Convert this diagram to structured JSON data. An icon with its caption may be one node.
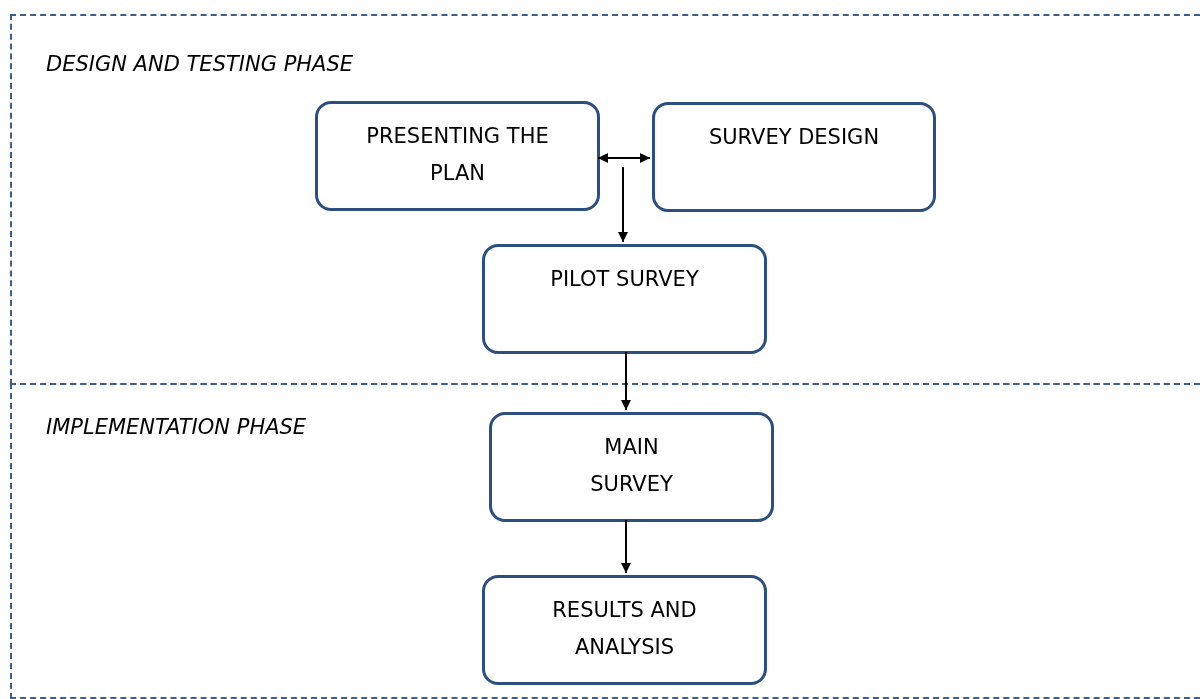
{
  "diagram": {
    "nodes": [
      {
        "text": [
          "DESIGN AND TESTING PHASE"
        ]
      },
      {
        "text": [
          "PRESENTING THE PLAN"
        ],
        "in": 0
      },
      {
        "text": [
          "SURVEY DESIGN"
        ],
        "in": 0
      },
      {
        "text": [
          "PILOT SURVEY"
        ],
        "in": 0
      },
      {
        "text": [
          "IMPLEMENTATION PHASE"
        ]
      },
      {
        "text": [
          "MAIN SURVEY"
        ],
        "in": 4
      },
      {
        "text": [
          "RESULTS AND ANALYSIS"
        ],
        "in": 4
      }
    ],
    "edges": [
      {
        "from": 1,
        "to": 2,
        "arrow": "both"
      },
      {
        "from": null,
        "to": 3,
        "arrow": "to"
      },
      {
        "from": 3,
        "to": 5,
        "arrow": "to"
      },
      {
        "from": 5,
        "to": 6,
        "arrow": "to"
      }
    ]
  }
}
